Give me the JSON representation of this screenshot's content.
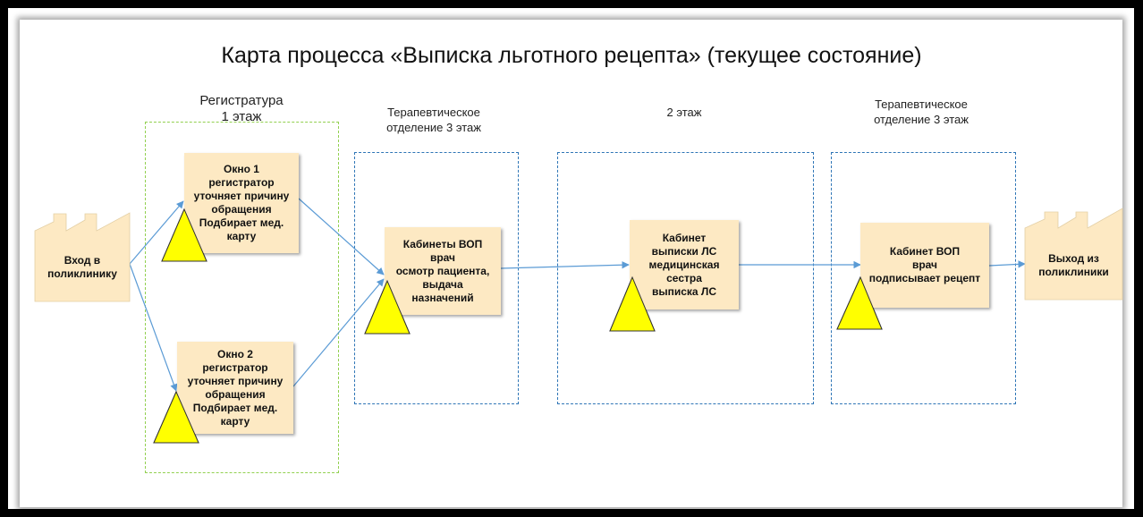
{
  "title": "Карта процесса «Выписка льготного рецепта» (текущее состояние)",
  "zones": {
    "registry": "Регистратура\n1 этаж",
    "therapy1": "Терапевтическое\nотделение 3 этаж",
    "floor2": "2 этаж",
    "therapy2": "Терапевтическое\nотделение 3 этаж"
  },
  "entry": "Вход в\nполиклинику",
  "exit": "Выход из\nполиклиники",
  "steps": {
    "window1": "Окно 1\nрегистратор\nуточняет причину\nобращения\nПодбирает мед.\nкарту",
    "window2": "Окно 2\nрегистратор\nуточняет причину\nобращения\nПодбирает мед.\nкарту",
    "gp_doctor": "Кабинеты ВОП\nврач\nосмотр пациента,\nвыдача\nназначений",
    "drug_nurse": "Кабинет\nвыписки ЛС\nмедицинская\nсестра\nвыписка ЛС",
    "gp_sign": "Кабинет ВОП\nврач\nподписывает рецепт"
  },
  "colors": {
    "box_fill": "#fde9c3",
    "factory_fill": "#fde9c3",
    "warning_fill": "#ffff00",
    "arrow": "#5b9bd5",
    "zone_green": "#92d050",
    "zone_blue": "#2e75b6"
  }
}
